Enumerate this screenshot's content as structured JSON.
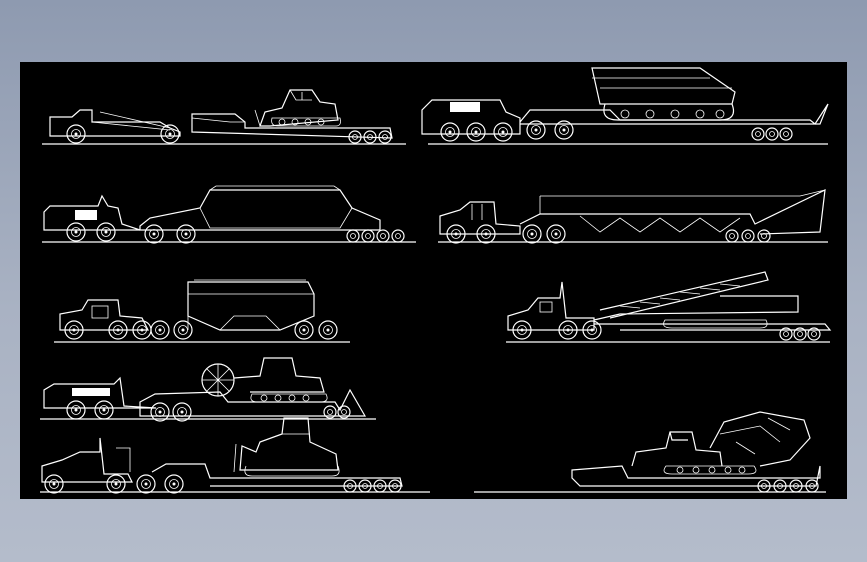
{
  "drawing": {
    "background": "#000000",
    "line_color": "#ffffff",
    "frame_gradient": [
      "#8e9ab0",
      "#b4bccb"
    ],
    "rows": [
      {
        "id": "row1-left",
        "vehicles": [
          "scraper",
          "lowboy-trailer",
          "crawler-dozer"
        ]
      },
      {
        "id": "row1-right",
        "vehicles": [
          "tractor-truck",
          "lowboy-trailer",
          "crawler-crane-body"
        ]
      },
      {
        "id": "row2-left",
        "vehicles": [
          "tractor-truck",
          "tank-trailer"
        ]
      },
      {
        "id": "row2-right",
        "vehicles": [
          "tractor-truck",
          "boom-trailer"
        ]
      },
      {
        "id": "row3-left",
        "vehicles": [
          "tractor-truck",
          "bulk-hopper-trailer"
        ]
      },
      {
        "id": "row3-right",
        "vehicles": [
          "tractor-truck",
          "lowboy-trailer",
          "conveyor-crawler"
        ]
      },
      {
        "id": "row4-left",
        "vehicles": [
          "tractor-truck",
          "lowboy-trailer",
          "wheel-trencher-crawler"
        ]
      },
      {
        "id": "row5-left",
        "vehicles": [
          "tractor-truck",
          "lowboy-trailer",
          "crawler-dozer"
        ]
      },
      {
        "id": "row5-right",
        "vehicles": [
          "lowboy-trailer",
          "crawler-loader"
        ]
      }
    ]
  }
}
